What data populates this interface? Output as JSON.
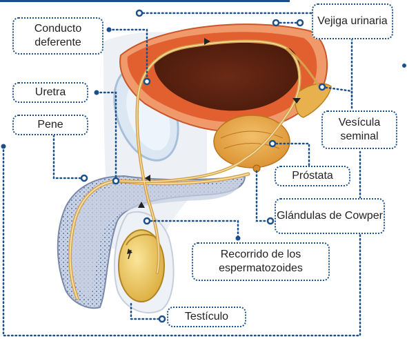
{
  "labels": {
    "conducto_deferente": "Conducto deferente",
    "vejiga_urinaria": "Vejiga urinaria",
    "uretra": "Uretra",
    "pene": "Pene",
    "vesicula_seminal": "Vesícula seminal",
    "prostata": "Próstata",
    "glandulas_cowper": "Glándulas de Cowper",
    "recorrido": "Recorrido de los espermatozoides",
    "testiculo": "Testículo"
  },
  "colors": {
    "leader_line": "#1b4f8a",
    "sperm_path": "#d4a24c",
    "bladder_wall": "#e0652d",
    "prostate": "#e8a448",
    "testicle": "#e8c560",
    "erectile_tissue": "#b7c3d9"
  }
}
